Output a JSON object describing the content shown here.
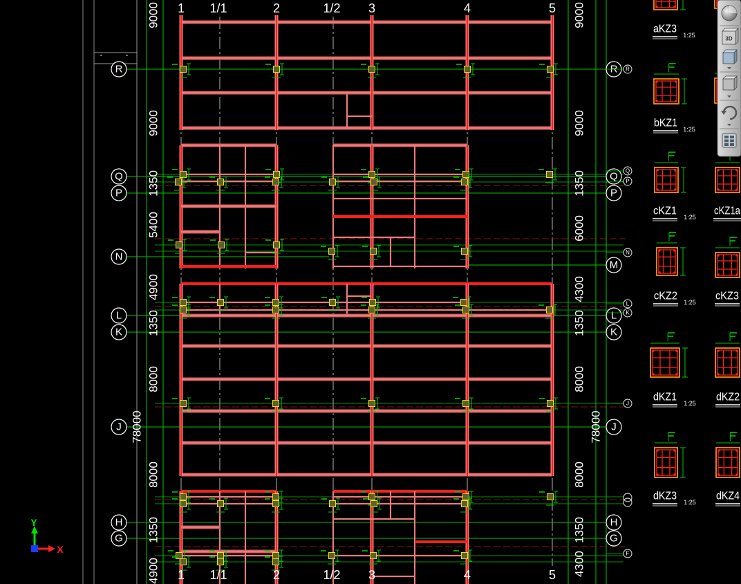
{
  "colors": {
    "background": "#000000",
    "beam": "#ec7a7a",
    "beam_edge": "#d45c5c",
    "beam_main": "#f24a4a",
    "beam_emphasis": "#ff1e1e",
    "grid_green": "#00c800",
    "axis_line": "#b4b4b4",
    "column_fill": "#5f5f32",
    "column_outline": "#e6e600",
    "text": "#ffffff",
    "section_outline": "#ff8c00",
    "rebar": "#ff2020",
    "ucs_x": "#ff2020",
    "ucs_y": "#00e000",
    "ucs_origin": "#1e3cff"
  },
  "grid": {
    "columns_top": [
      "1",
      "1/1",
      "2",
      "1/2",
      "3",
      "4",
      "5"
    ],
    "columns_bottom": [
      "1",
      "1/1",
      "2",
      "1/2",
      "3",
      "4",
      "5"
    ],
    "rows_left": [
      "R",
      "Q",
      "P",
      "N",
      "L",
      "K",
      "J",
      "H",
      "G"
    ],
    "rows_right": [
      "R",
      "Q",
      "P",
      "M",
      "L",
      "K",
      "J",
      "H",
      "G"
    ],
    "rows_right_small": [
      "R",
      "Q",
      "P",
      "N",
      "L",
      "K",
      "J",
      "F"
    ]
  },
  "dimensions": {
    "left": [
      "9000",
      "9000",
      "1350",
      "5400",
      "4900",
      "1350",
      "8000",
      "8000",
      "1350",
      "4900"
    ],
    "left_total": "78000",
    "right": [
      "9000",
      "9000",
      "1350",
      "6000",
      "4300",
      "1350",
      "8000",
      "8000",
      "1350",
      "4300"
    ],
    "right_total": "78000"
  },
  "column_details": [
    {
      "label": "aKZ3",
      "scale": "1:25"
    },
    {
      "label": "bKZ1",
      "scale": "1:25"
    },
    {
      "label": "cKZ1",
      "scale": "1:25"
    },
    {
      "label": "cKZ1a"
    },
    {
      "label": "cKZ2",
      "scale": "1:25"
    },
    {
      "label": "cKZ3"
    },
    {
      "label": "dKZ1",
      "scale": "1:25"
    },
    {
      "label": "dKZ2"
    },
    {
      "label": "dKZ3",
      "scale": "1:25"
    },
    {
      "label": "dKZ4"
    }
  ],
  "ucs": {
    "x_label": "X",
    "y_label": "Y"
  },
  "navigation_bar": {
    "items": [
      {
        "icon": "steering-wheel-icon"
      },
      {
        "icon": "view-3d-icon",
        "text": "3D"
      },
      {
        "icon": "viewcube-icon"
      },
      {
        "icon": "view-box-icon"
      },
      {
        "icon": "orbit-icon"
      },
      {
        "icon": "showmotion-icon"
      }
    ]
  }
}
